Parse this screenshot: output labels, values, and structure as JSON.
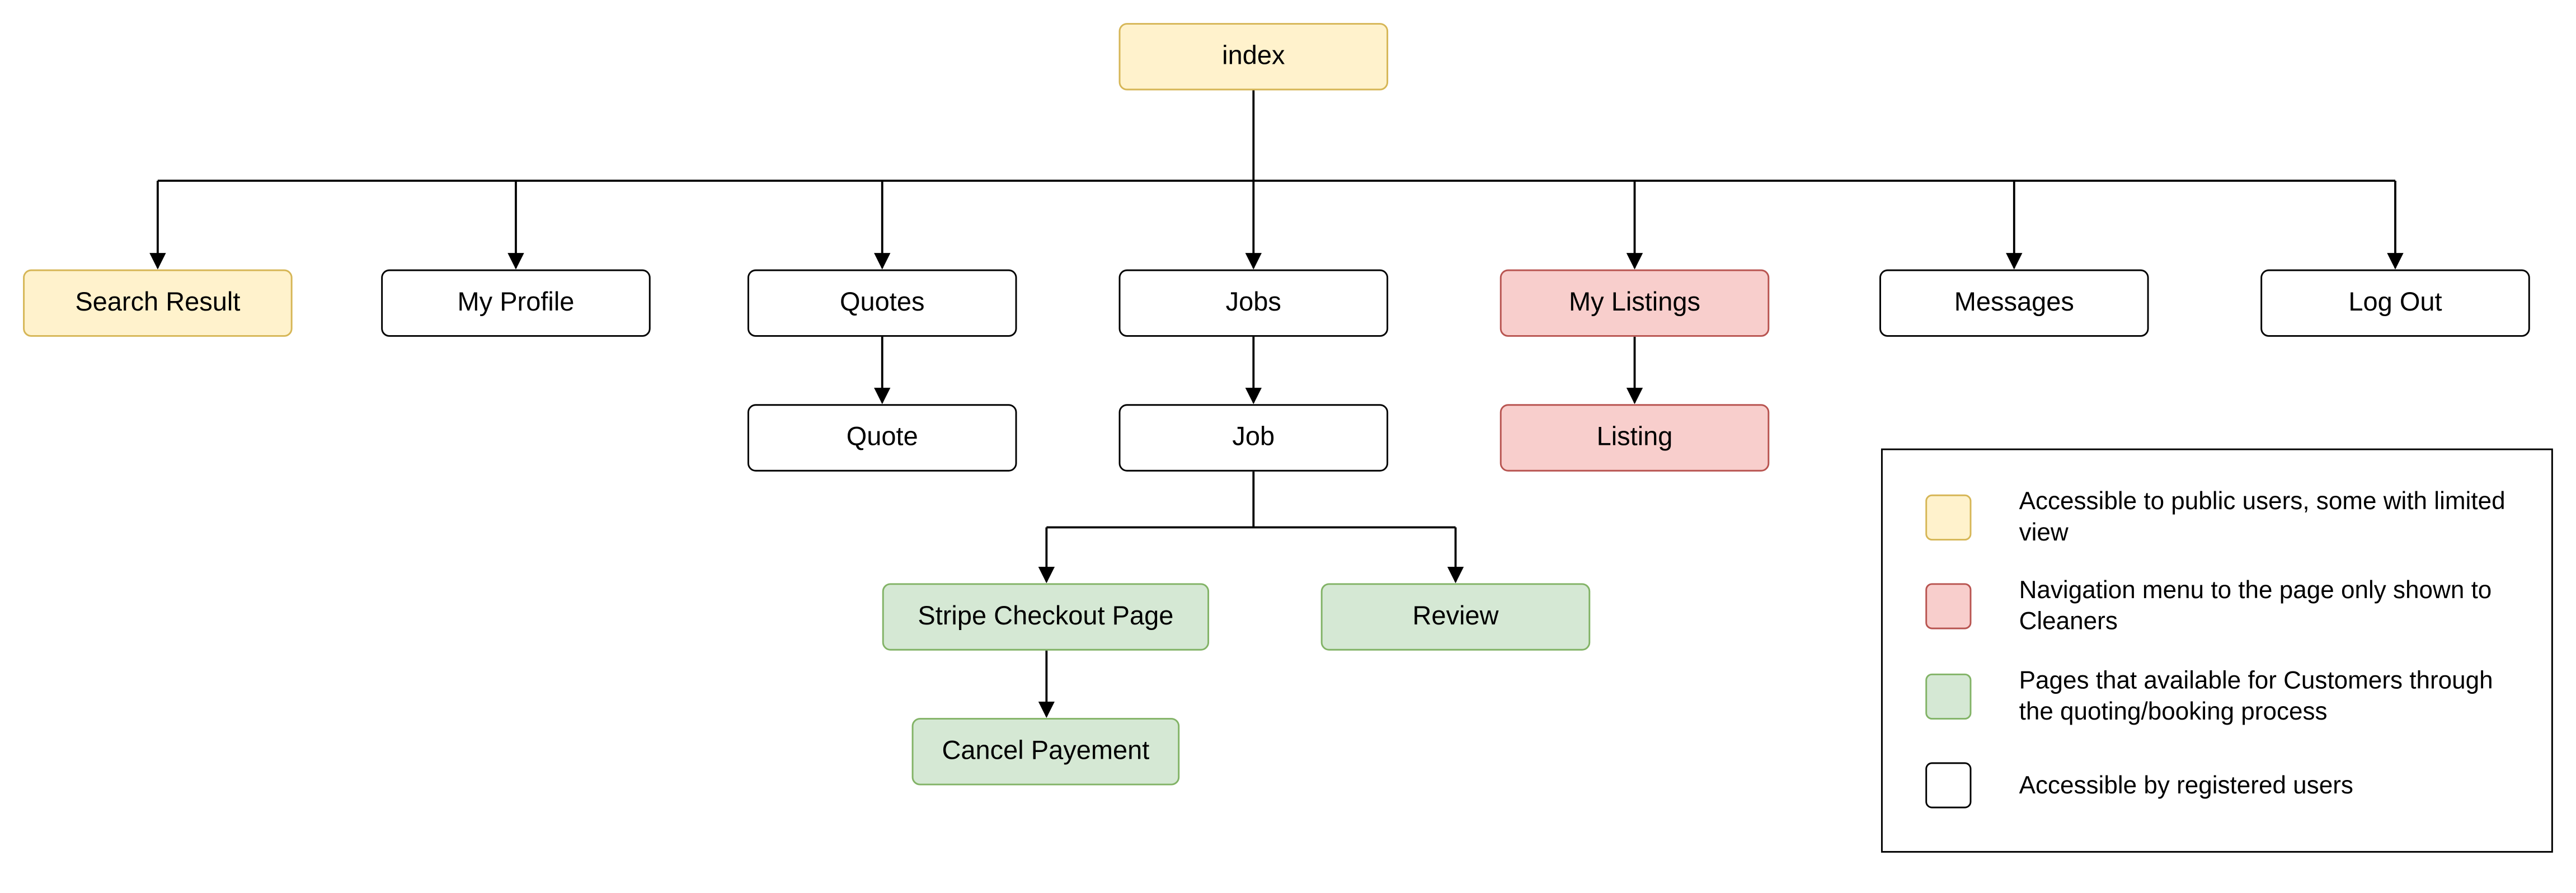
{
  "nodes": {
    "index": "index",
    "search_result": "Search Result",
    "my_profile": "My Profile",
    "quotes": "Quotes",
    "jobs": "Jobs",
    "my_listings": "My Listings",
    "messages": "Messages",
    "log_out": "Log Out",
    "quote": "Quote",
    "job": "Job",
    "listing": "Listing",
    "stripe_checkout": "Stripe Checkout Page",
    "review": "Review",
    "cancel_payement": "Cancel Payement"
  },
  "node_access": {
    "index": "public",
    "search_result": "public",
    "my_profile": "registered",
    "quotes": "registered",
    "jobs": "registered",
    "my_listings": "cleaner",
    "messages": "registered",
    "log_out": "registered",
    "quote": "registered",
    "job": "registered",
    "listing": "cleaner",
    "stripe_checkout": "customer",
    "review": "customer",
    "cancel_payement": "customer"
  },
  "edges": [
    [
      "index",
      "search_result"
    ],
    [
      "index",
      "my_profile"
    ],
    [
      "index",
      "quotes"
    ],
    [
      "index",
      "jobs"
    ],
    [
      "index",
      "my_listings"
    ],
    [
      "index",
      "messages"
    ],
    [
      "index",
      "log_out"
    ],
    [
      "quotes",
      "quote"
    ],
    [
      "jobs",
      "job"
    ],
    [
      "my_listings",
      "listing"
    ],
    [
      "job",
      "stripe_checkout"
    ],
    [
      "job",
      "review"
    ],
    [
      "stripe_checkout",
      "cancel_payement"
    ]
  ],
  "legend": [
    {
      "color": "#fff2cc",
      "border": "#d6b656",
      "label": "Accessible to public users, some with limited view"
    },
    {
      "color": "#f8cecc",
      "border": "#b85450",
      "label": "Navigation menu to the page only shown to Cleaners"
    },
    {
      "color": "#d5e8d4",
      "border": "#82b366",
      "label": "Pages that available for Customers through the quoting/booking process"
    },
    {
      "color": "#ffffff",
      "border": "#000000",
      "label": "Accessible by registered users"
    }
  ],
  "colors": {
    "public_fill": "#fff2cc",
    "public_border": "#d6b656",
    "cleaner_fill": "#f8cecc",
    "cleaner_border": "#b85450",
    "customer_fill": "#d5e8d4",
    "customer_border": "#82b366",
    "registered_fill": "#ffffff",
    "registered_border": "#000000",
    "connector": "#000000"
  }
}
